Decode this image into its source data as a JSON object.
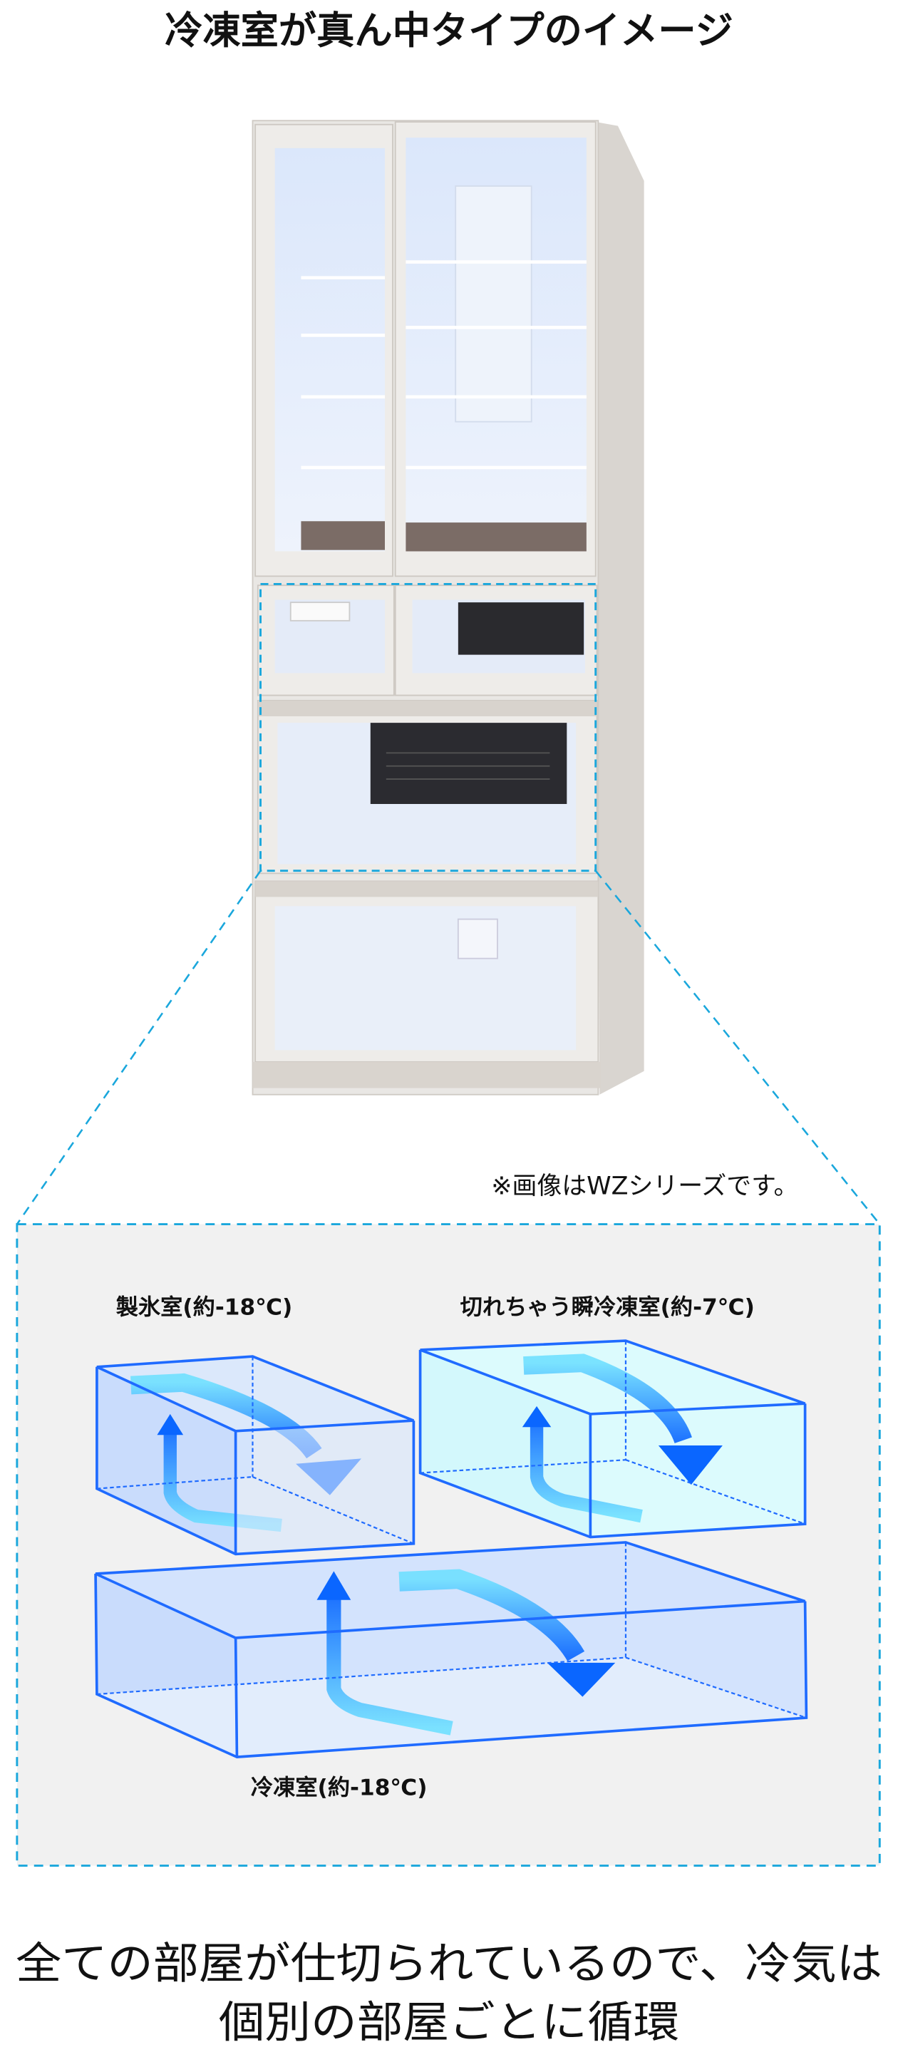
{
  "title": "冷凍室が真ん中タイプのイメージ",
  "note": "※画像はWZシリーズです。",
  "diagram": {
    "ice_room_label": "製氷室(約-18℃)",
    "shock_freeze_label": "切れちゃう瞬冷凍室(約-7℃)",
    "freezer_label": "冷凍室(約-18℃)"
  },
  "caption": {
    "line1": "全ての部屋が仕切られているので、冷気は",
    "line2": "個別の部屋ごとに循環"
  },
  "colors": {
    "highlight_dash": "#1aa7dc",
    "box_edge": "#1f6bff",
    "arrow": "#1170ff",
    "panel_bg": "#f1f1f1"
  }
}
